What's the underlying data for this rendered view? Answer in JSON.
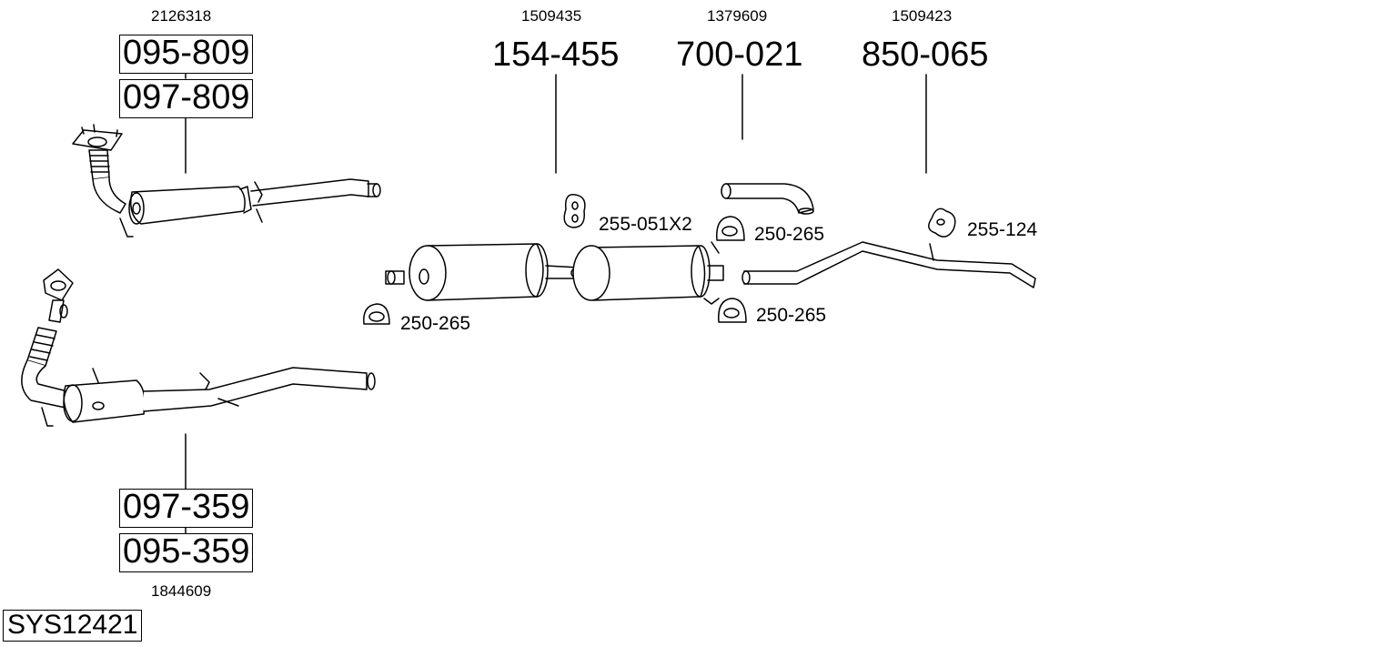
{
  "system_code": "SYS12421",
  "groups": {
    "front_upper": {
      "ref": "2126318",
      "parts": [
        "095-809",
        "097-809"
      ]
    },
    "front_lower": {
      "ref": "1844609",
      "parts": [
        "097-359",
        "095-359"
      ]
    },
    "center": {
      "ref": "1509435",
      "part": "154-455"
    },
    "tailpipe_tip": {
      "ref": "1379609",
      "part": "700-021"
    },
    "rear_pipe": {
      "ref": "1509423",
      "part": "850-065"
    }
  },
  "accessories": {
    "clamp_left": "250-265",
    "mount_center": "255-051X2",
    "clamp_upper": "250-265",
    "clamp_lower": "250-265",
    "mount_rear": "255-124"
  }
}
